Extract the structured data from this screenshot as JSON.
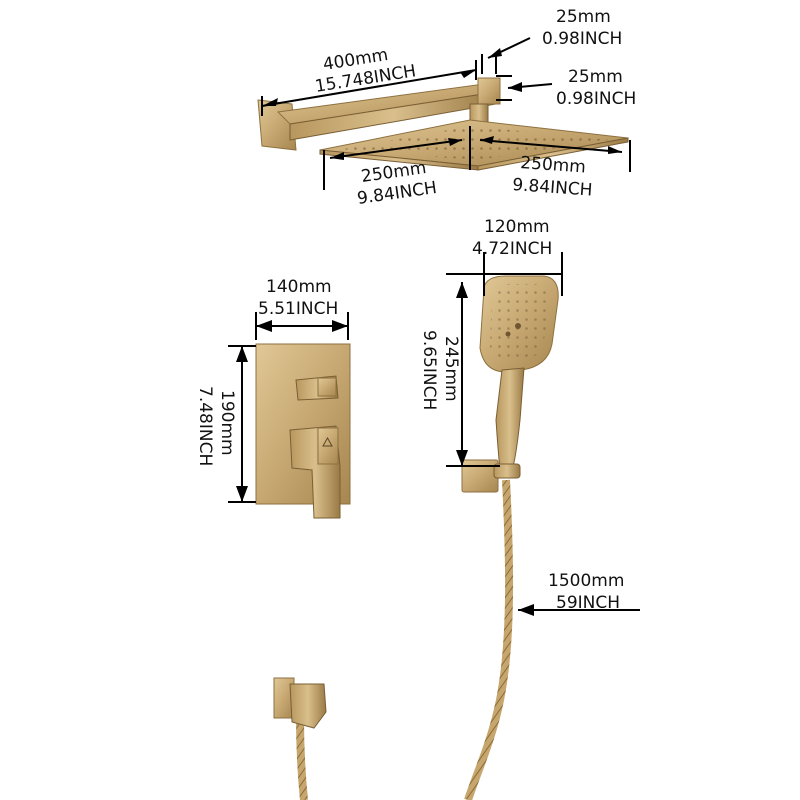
{
  "colors": {
    "gold_light": "#d6bc8a",
    "gold_mid": "#c3a46e",
    "gold_dark": "#9c7c48",
    "line": "#000000",
    "background": "#ffffff"
  },
  "dimensions": {
    "arm_length": {
      "mm": "400mm",
      "inch": "15.748INCH"
    },
    "arm_width": {
      "mm": "25mm",
      "inch": "0.98INCH"
    },
    "arm_height": {
      "mm": "25mm",
      "inch": "0.98INCH"
    },
    "head_left": {
      "mm": "250mm",
      "inch": "9.84INCH"
    },
    "head_right": {
      "mm": "250mm",
      "inch": "9.84INCH"
    },
    "handheld_width": {
      "mm": "120mm",
      "inch": "4.72INCH"
    },
    "handheld_length": {
      "mm": "245mm",
      "inch": "9.65INCH"
    },
    "valve_width": {
      "mm": "140mm",
      "inch": "5.51INCH"
    },
    "valve_height": {
      "mm": "190mm",
      "inch": "7.48INCH"
    },
    "hose_length": {
      "mm": "1500mm",
      "inch": "59INCH"
    }
  }
}
